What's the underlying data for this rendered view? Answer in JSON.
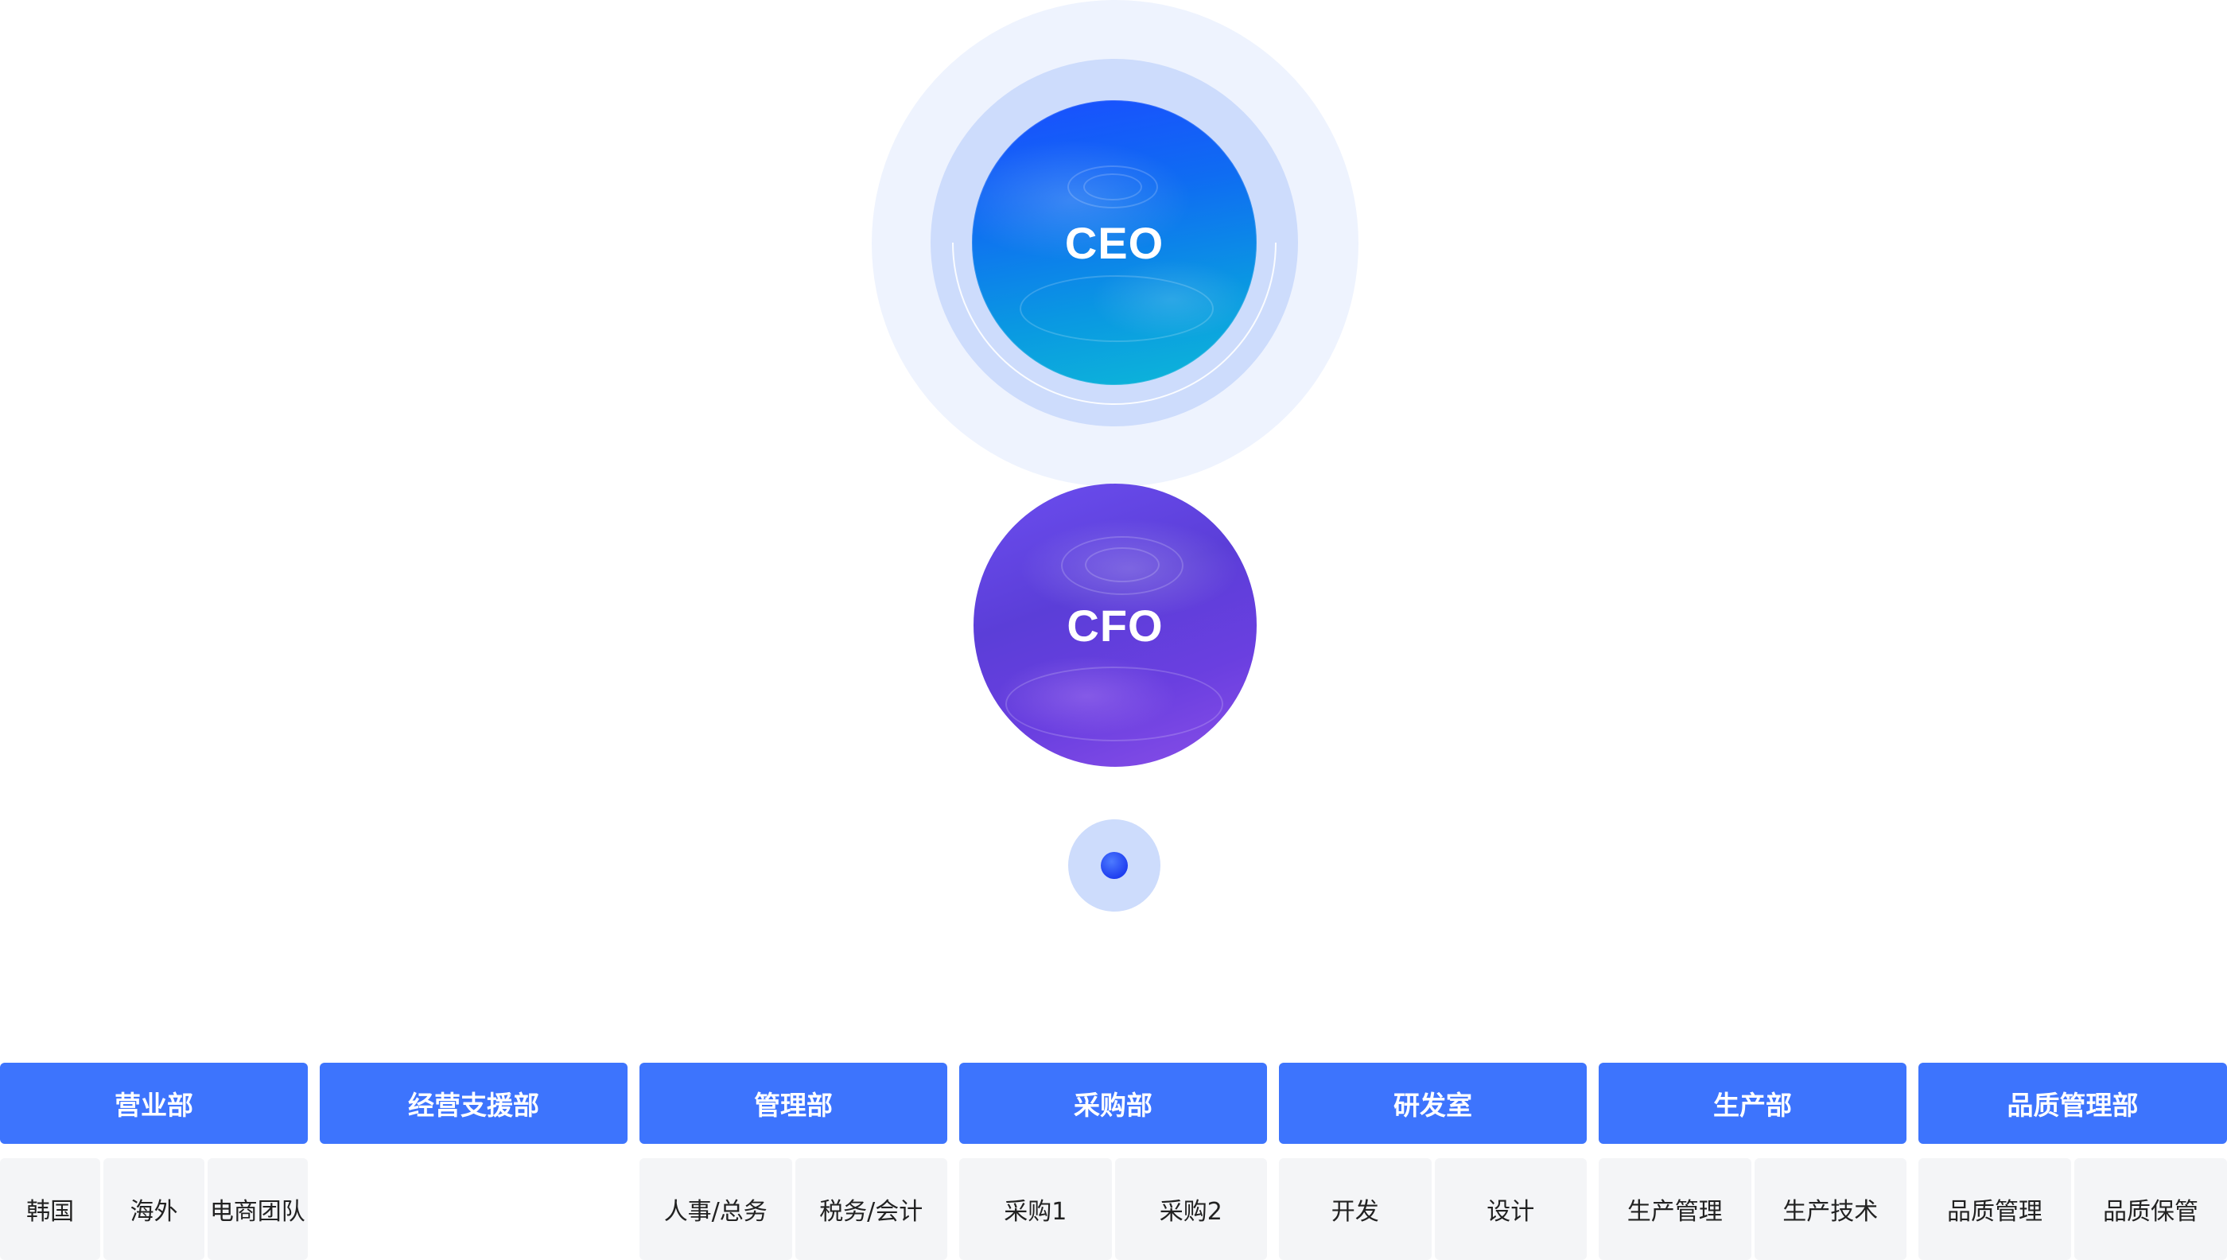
{
  "top": {
    "ceo_label": "CEO",
    "cfo_label": "CFO"
  },
  "colors": {
    "header_blue": "#3d74fd",
    "sub_bg": "#f4f5f7",
    "halo_light": "#eef3fe",
    "halo_mid": "#cddcfc"
  },
  "departments": [
    {
      "name": "营业部",
      "subs": [
        "韩国",
        "海外",
        "电商团队"
      ]
    },
    {
      "name": "经营支援部",
      "subs": []
    },
    {
      "name": "管理部",
      "subs": [
        "人事/总务",
        "税务/会计"
      ]
    },
    {
      "name": "采购部",
      "subs": [
        "采购1",
        "采购2"
      ]
    },
    {
      "name": "研发室",
      "subs": [
        "开发",
        "设计"
      ]
    },
    {
      "name": "生产部",
      "subs": [
        "生产管理",
        "生产技术"
      ]
    },
    {
      "name": "品质管理部",
      "subs": [
        "品质管理",
        "品质保管"
      ]
    }
  ]
}
